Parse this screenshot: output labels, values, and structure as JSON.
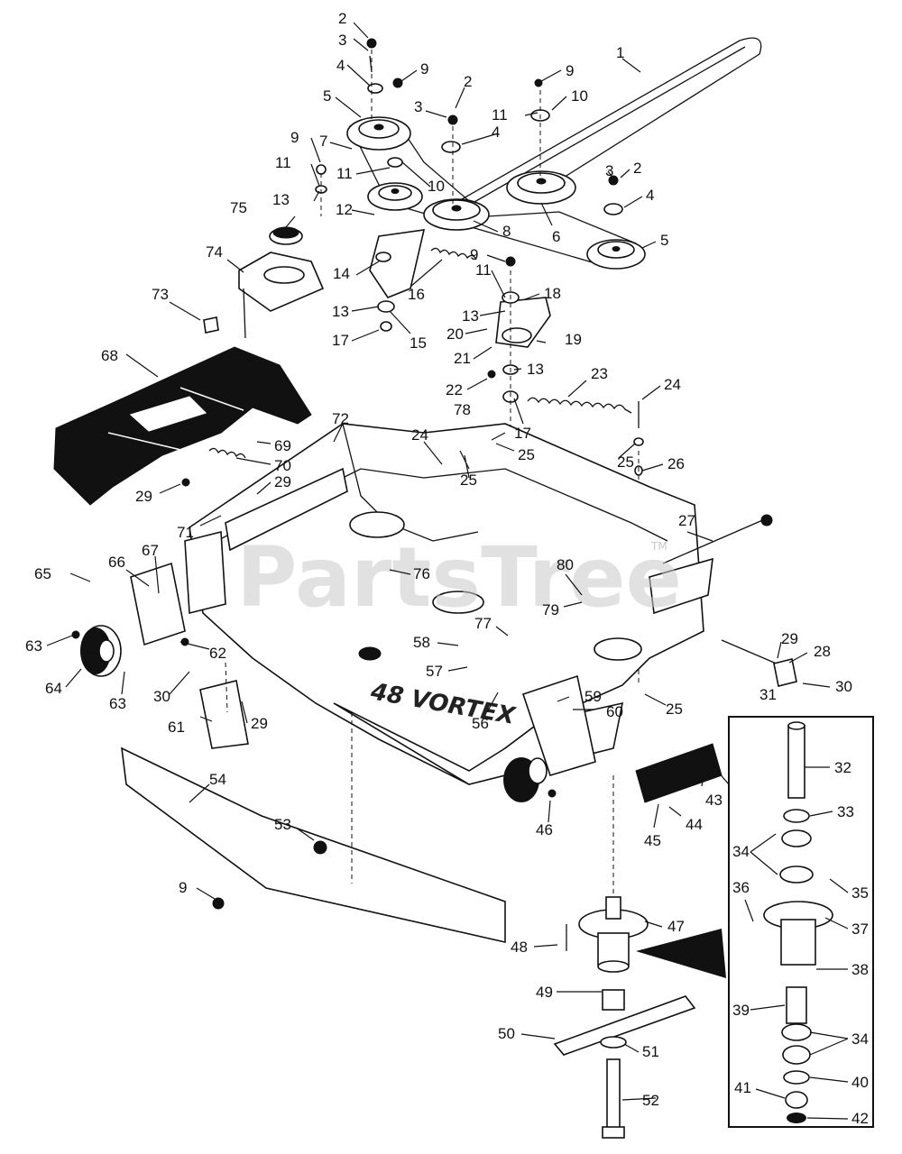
{
  "watermark": {
    "text": "PartsTree",
    "tm": "TM"
  },
  "deck_label": "48 VORTEX",
  "callouts": {
    "c1": "1",
    "c2a": "2",
    "c2b": "2",
    "c2c": "2",
    "c3a": "3",
    "c3b": "3",
    "c3c": "3",
    "c4a": "4",
    "c4b": "4",
    "c4c": "4",
    "c5a": "5",
    "c5b": "5",
    "c6": "6",
    "c7": "7",
    "c8": "8",
    "c9a": "9",
    "c9b": "9",
    "c9c": "9",
    "c9d": "9",
    "c9e": "9",
    "c10a": "10",
    "c10b": "10",
    "c11a": "11",
    "c11b": "11",
    "c11c": "11",
    "c11d": "11",
    "c12": "12",
    "c13a": "13",
    "c13b": "13",
    "c13c": "13",
    "c13d": "13",
    "c14": "14",
    "c15": "15",
    "c16": "16",
    "c17a": "17",
    "c17b": "17",
    "c18": "18",
    "c19": "19",
    "c20": "20",
    "c21": "21",
    "c22": "22",
    "c23": "23",
    "c24a": "24",
    "c24b": "24",
    "c25a": "25",
    "c25b": "25",
    "c25c": "25",
    "c25d": "25",
    "c26": "26",
    "c27": "27",
    "c28": "28",
    "c29a": "29",
    "c29b": "29",
    "c29c": "29",
    "c29d": "29",
    "c30a": "30",
    "c30b": "30",
    "c31": "31",
    "c32": "32",
    "c33": "33",
    "c34a": "34",
    "c34b": "34",
    "c35": "35",
    "c36": "36",
    "c37": "37",
    "c38": "38",
    "c39": "39",
    "c40": "40",
    "c41": "41",
    "c42": "42",
    "c43": "43",
    "c44": "44",
    "c45": "45",
    "c46": "46",
    "c47": "47",
    "c48": "48",
    "c49": "49",
    "c50": "50",
    "c51": "51",
    "c52": "52",
    "c53": "53",
    "c54": "54",
    "c56": "56",
    "c57": "57",
    "c58": "58",
    "c59": "59",
    "c60": "60",
    "c61": "61",
    "c62": "62",
    "c63a": "63",
    "c63b": "63",
    "c64": "64",
    "c65": "65",
    "c66": "66",
    "c67": "67",
    "c68": "68",
    "c69": "69",
    "c70": "70",
    "c71": "71",
    "c72": "72",
    "c73": "73",
    "c74": "74",
    "c75": "75",
    "c76": "76",
    "c77": "77",
    "c78": "78",
    "c79": "79",
    "c80": "80"
  }
}
